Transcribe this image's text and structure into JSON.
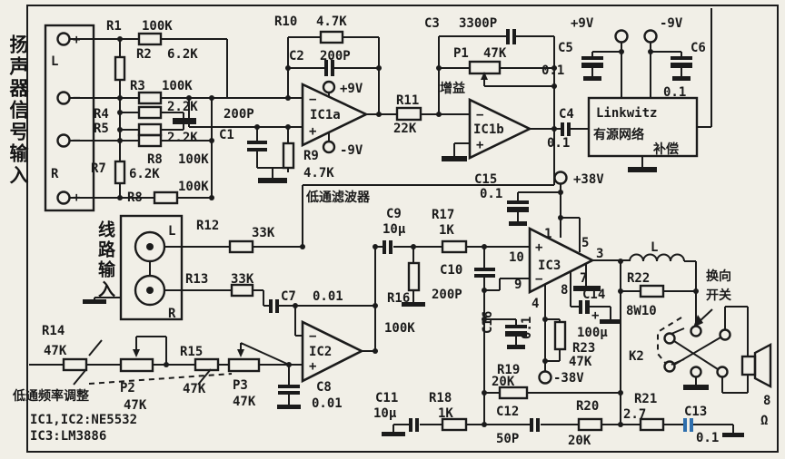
{
  "signs": {
    "plus": "+",
    "minus": "−"
  },
  "term": {
    "l": "L",
    "r": "R"
  },
  "jack": {
    "l": "L",
    "r": "R"
  },
  "power": {
    "p9": "+9V",
    "n9": "-9V",
    "p38": "+38V",
    "n38": "-38V"
  },
  "ic": {
    "a": "IC1a",
    "b": "IC1b",
    "two": "IC2",
    "three": "IC3"
  },
  "pins": {
    "p1": "1",
    "p3": "3",
    "p4": "4",
    "p5": "5",
    "p7": "7",
    "p8": "8",
    "p9": "9",
    "p10": "10"
  },
  "r": {
    "r1": [
      "R1",
      "100K"
    ],
    "r2": [
      "R2",
      "6.2K"
    ],
    "r3": [
      "R3",
      "100K"
    ],
    "r4": [
      "R4",
      "2.2K"
    ],
    "r5": [
      "R5",
      "2.2K"
    ],
    "r6": [
      "R8",
      "100K"
    ],
    "r7": [
      "R7",
      "6.2K"
    ],
    "r8": [
      "R8",
      "100K"
    ],
    "r9": [
      "R9",
      "4.7K"
    ],
    "r10": [
      "R10",
      "4.7K"
    ],
    "r11": [
      "R11",
      "22K"
    ],
    "r12": [
      "R12",
      "33K"
    ],
    "r13": [
      "R13",
      "33K"
    ],
    "r14": [
      "R14",
      "47K"
    ],
    "r15": [
      "R15",
      "47K"
    ],
    "r16": [
      "R16",
      "100K"
    ],
    "r17": [
      "R17",
      "1K"
    ],
    "r18": [
      "R18",
      "1K"
    ],
    "r19": [
      "R19",
      "20K"
    ],
    "r20": [
      "R20",
      "20K"
    ],
    "r21": [
      "R21",
      "2.7"
    ],
    "r22": [
      "R22",
      "8W10"
    ],
    "r23": [
      "R23",
      "47K"
    ]
  },
  "p": {
    "p1": [
      "P1",
      "47K"
    ],
    "p2": [
      "P2",
      "47K"
    ],
    "p3": [
      "P3",
      "47K"
    ]
  },
  "c": {
    "c1": [
      "C1",
      "200P"
    ],
    "c2": [
      "C2",
      "200P"
    ],
    "c3": [
      "C3",
      "3300P"
    ],
    "c4": [
      "C4",
      "0.1"
    ],
    "c5": [
      "C5",
      "0.1"
    ],
    "c6": [
      "C6",
      "0.1"
    ],
    "c7": [
      "C7",
      "0.01"
    ],
    "c8": [
      "C8",
      "0.01"
    ],
    "c9": [
      "C9",
      "10μ"
    ],
    "c10": [
      "C10",
      "200P"
    ],
    "c11": [
      "C11",
      "10μ"
    ],
    "c12": [
      "C12",
      "50P"
    ],
    "c13": [
      "C13",
      "0.1"
    ],
    "c14": [
      "C14",
      "100μ"
    ],
    "c15": [
      "C15",
      "0.1"
    ],
    "c16": [
      "C16",
      "0.1"
    ]
  },
  "labels": {
    "speaker_input": "扬声器信号输入",
    "line_input": "线路输入",
    "gain": "增益",
    "lp_filter": "低通滤波器",
    "lp_adjust": "低通频率调整",
    "sw1": "换向",
    "sw2": "开关",
    "k2": "K2",
    "inductor": "L",
    "ohm_val": "8",
    "ohm_unit": "Ω",
    "note1": "IC1,IC2:NE5532",
    "note2": "IC3:LM3886"
  },
  "linkwitz": {
    "l1": "Linkwitz",
    "l2": "有源网络",
    "l3": "补偿"
  },
  "colors": {
    "ink": "#1b1b1b",
    "paper": "#f1efe7",
    "c13_highlight": "#2e6fae"
  }
}
